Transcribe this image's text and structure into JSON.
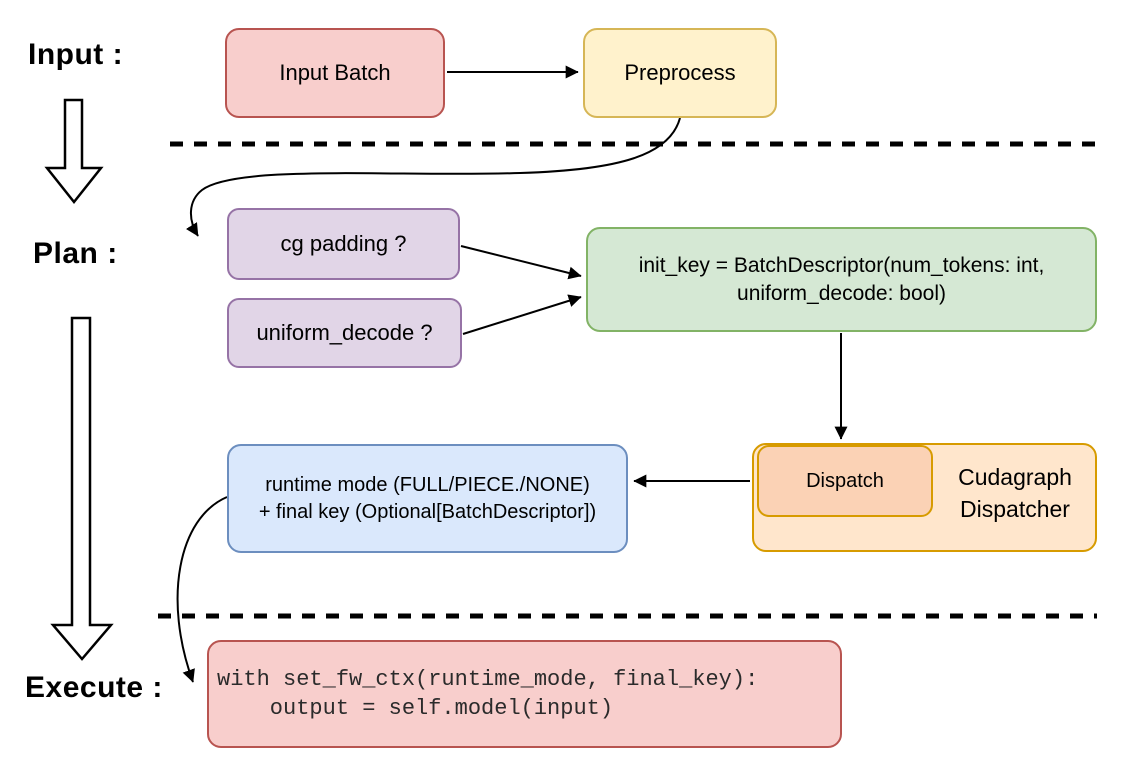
{
  "stages": {
    "input": "Input :",
    "plan": "Plan :",
    "execute": "Execute :"
  },
  "nodes": {
    "input_batch": {
      "label": "Input Batch",
      "fill": "#f8cecc",
      "stroke": "#b85450"
    },
    "preprocess": {
      "label": "Preprocess",
      "fill": "#fff2cc",
      "stroke": "#d6b656"
    },
    "cg_padding": {
      "label": "cg padding ?",
      "fill": "#e1d5e7",
      "stroke": "#9673a6"
    },
    "uniform_decode": {
      "label": "uniform_decode ?",
      "fill": "#e1d5e7",
      "stroke": "#9673a6"
    },
    "init_key": {
      "line1": "init_key = BatchDescriptor(num_tokens: int,",
      "line2": "uniform_decode: bool)",
      "fill": "#d5e8d4",
      "stroke": "#82b366"
    },
    "runtime_mode": {
      "line1": "runtime mode (FULL/PIECE./NONE)",
      "line2": "+ final key (Optional[BatchDescriptor])",
      "fill": "#dae8fc",
      "stroke": "#6c8ebf"
    },
    "dispatcher": {
      "label": "Dispatch",
      "title_line1": "Cudagraph",
      "title_line2": "Dispatcher",
      "inner_fill": "#fbd2b5",
      "outer_fill": "#ffe6cc",
      "stroke": "#d79b00"
    },
    "execute_code": {
      "line1": "with set_fw_ctx(runtime_mode, final_key):",
      "line2": "    output = self.model(input)",
      "fill": "#f8cecc",
      "stroke": "#b85450"
    }
  },
  "connector_color": "#000000"
}
